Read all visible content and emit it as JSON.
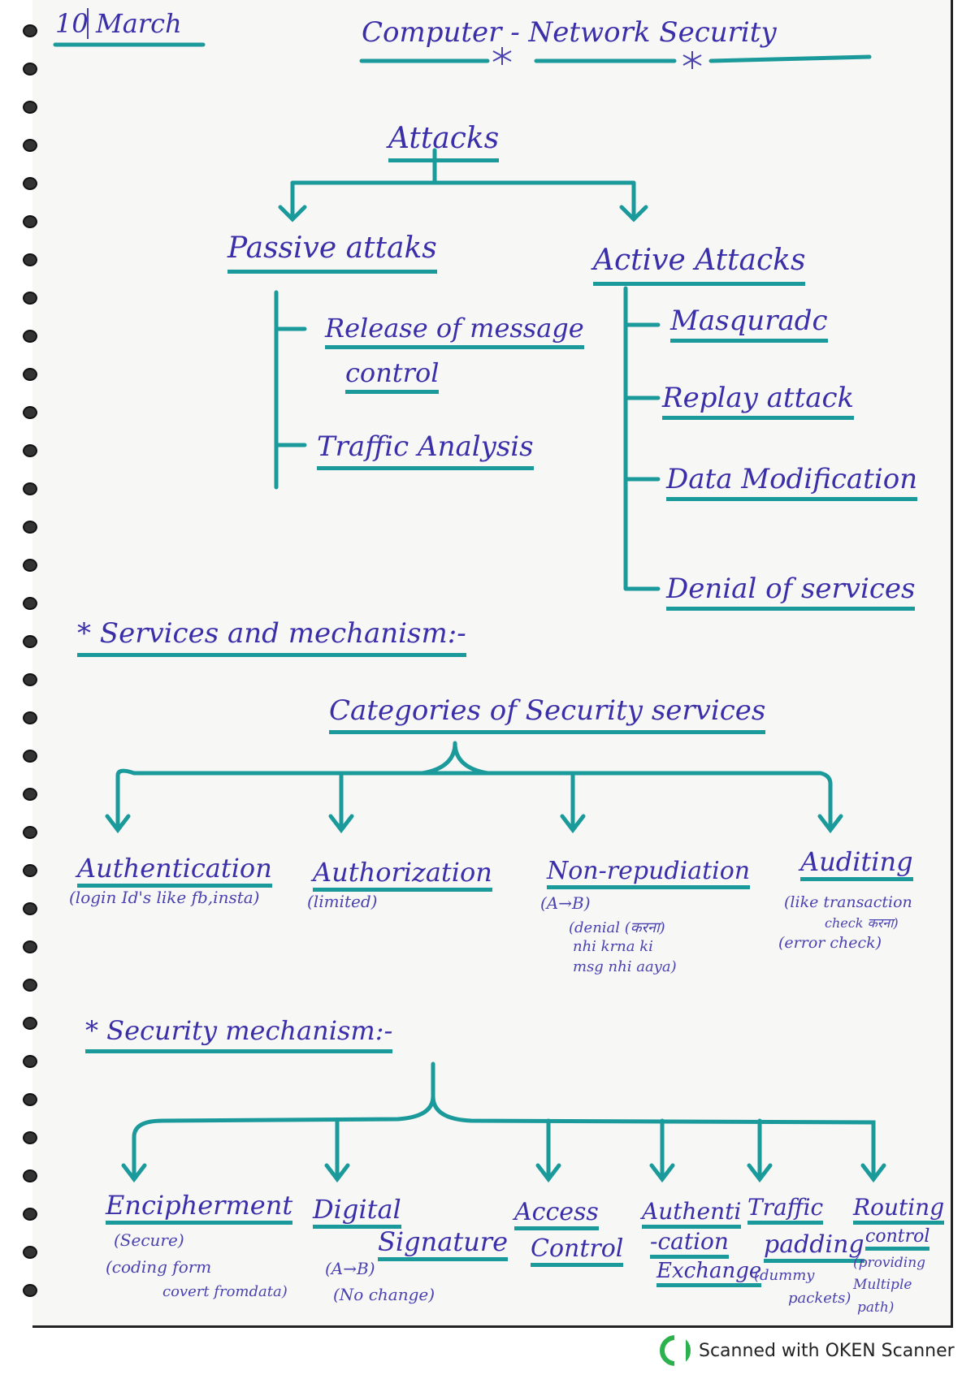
{
  "header": {
    "date": "10",
    "month": "March",
    "title": "Computer - Network Security"
  },
  "attacks": {
    "root": "Attacks",
    "passive": {
      "label": "Passive attaks",
      "items": [
        "Release of message",
        "control",
        "Traffic Analysis"
      ]
    },
    "active": {
      "label": "Active Attacks",
      "items": [
        "Masquradc",
        "Replay attack",
        "Data Modification",
        "Denial of services"
      ]
    }
  },
  "services": {
    "heading": "* Services and mechanism:-",
    "categories_title": "Categories of Security services",
    "items": [
      {
        "label": "Authentication",
        "note": "(login Id's like fb,insta)"
      },
      {
        "label": "Authorization",
        "note": "(limited)"
      },
      {
        "label": "Non-repudiation",
        "note": "(A→B)",
        "note2": "(denial (करना)",
        "note3": "nhi krna ki",
        "note4": "msg nhi aaya)"
      },
      {
        "label": "Auditing",
        "note": "(like transaction",
        "note2": "check करना)",
        "note3": "(error check)"
      }
    ]
  },
  "mechanism": {
    "heading": "* Security mechanism:-",
    "items": [
      {
        "label": "Encipherment",
        "note": "(Secure)",
        "note2": "(coding form",
        "note3": "covert fromdata)"
      },
      {
        "label": "Digital",
        "label2": "Signature",
        "note": "(A→B)",
        "note2": "(No change)"
      },
      {
        "label": "Access",
        "label2": "Control"
      },
      {
        "label": "Authenti",
        "label2": "-cation",
        "label3": "Exchange"
      },
      {
        "label": "Traffic",
        "label2": "padding",
        "note": "(dummy",
        "note2": "packets)"
      },
      {
        "label": "Routing",
        "label2": "control",
        "note": "(providing",
        "note2": "Multiple",
        "note3": "path)"
      }
    ]
  },
  "footer": {
    "scanner": "Scanned with OKEN Scanner"
  },
  "colors": {
    "ink": "#3a2fa8",
    "highlight": "#1a9a9a"
  }
}
